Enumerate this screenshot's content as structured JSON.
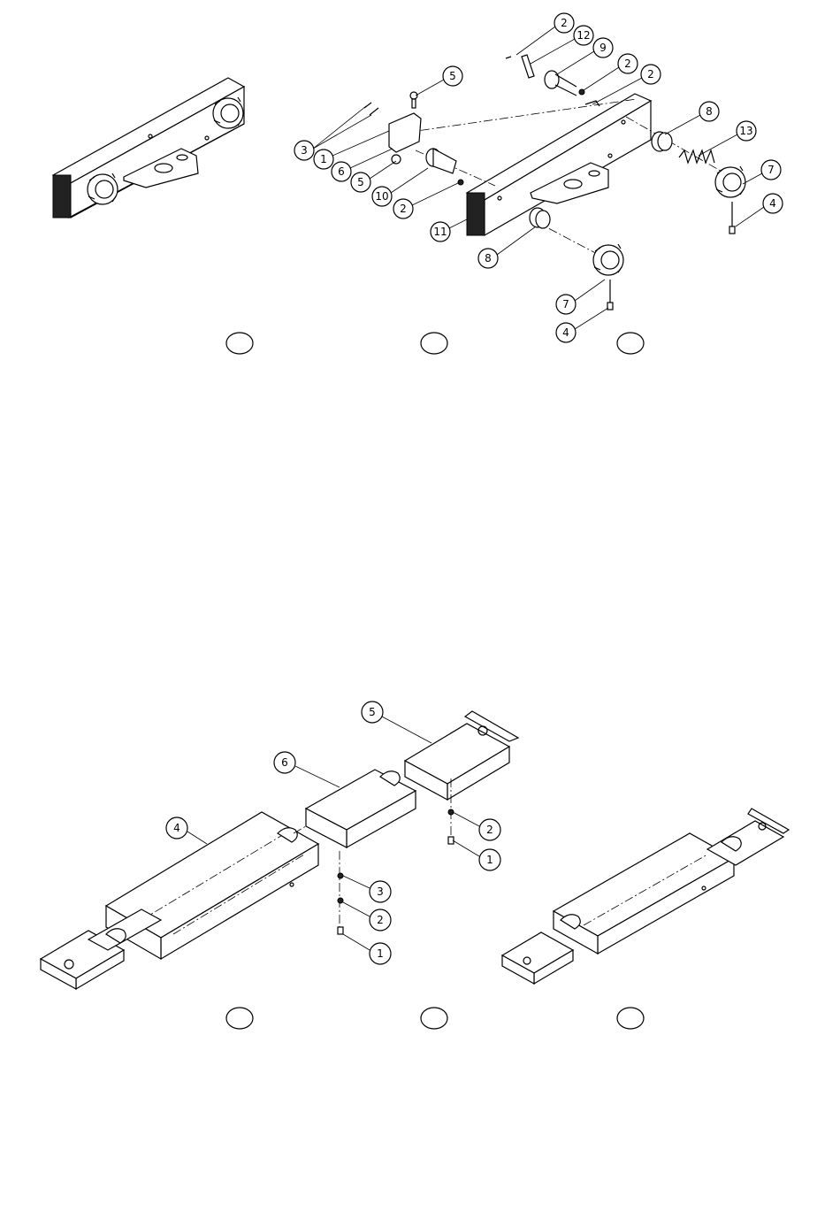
{
  "figure_top": {
    "callouts": [
      "2",
      "12",
      "9",
      "2",
      "2",
      "5",
      "8",
      "13",
      "3",
      "1",
      "6",
      "5",
      "10",
      "2",
      "11",
      "7",
      "4",
      "8",
      "7",
      "4"
    ],
    "view_markers": [
      "",
      "",
      ""
    ]
  },
  "figure_bottom": {
    "callouts": [
      "5",
      "6",
      "4",
      "2",
      "1",
      "3",
      "2",
      "1"
    ],
    "view_markers": [
      "",
      "",
      ""
    ]
  }
}
